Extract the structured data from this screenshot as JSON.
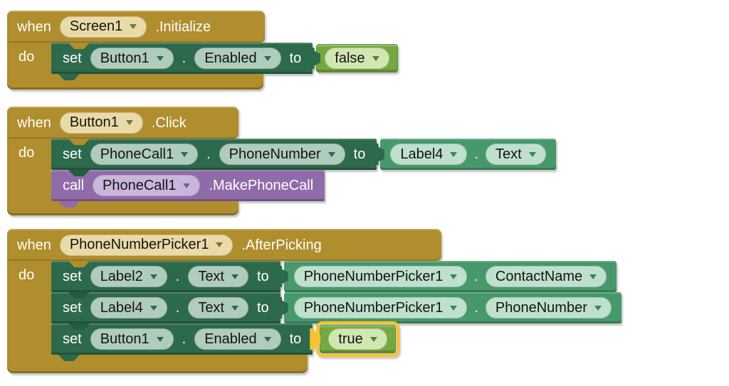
{
  "labels": {
    "when": "when",
    "do": "do",
    "set": "set",
    "to": "to",
    "call": "call",
    "dot": "."
  },
  "colors": {
    "background": "#FFFFFF",
    "event_block": "#B08E2E",
    "event_dropdown": "#E9DAA7",
    "setter_block": "#2D6A4B",
    "setter_dropdown": "#AFCCBD",
    "getter_block": "#47996B",
    "getter_dropdown": "#BFE0CD",
    "logic_block": "#76A840",
    "logic_dropdown": "#D1E7B2",
    "call_block": "#8F6CA9",
    "call_dropdown": "#CAB6DB",
    "selection_highlight": "#FCC12E"
  },
  "blocks": [
    {
      "component": "Screen1",
      "event": ".Initialize",
      "statements": [
        {
          "kind": "set",
          "component": "Button1",
          "property": "Enabled",
          "value": {
            "kind": "logic",
            "text": "false"
          }
        }
      ]
    },
    {
      "component": "Button1",
      "event": ".Click",
      "statements": [
        {
          "kind": "set",
          "component": "PhoneCall1",
          "property": "PhoneNumber",
          "value": {
            "kind": "getter",
            "component": "Label4",
            "property": "Text"
          }
        },
        {
          "kind": "call",
          "component": "PhoneCall1",
          "method": ".MakePhoneCall"
        }
      ]
    },
    {
      "component": "PhoneNumberPicker1",
      "event": ".AfterPicking",
      "statements": [
        {
          "kind": "set",
          "component": "Label2",
          "property": "Text",
          "value": {
            "kind": "getter",
            "component": "PhoneNumberPicker1",
            "property": "ContactName"
          }
        },
        {
          "kind": "set",
          "component": "Label4",
          "property": "Text",
          "value": {
            "kind": "getter",
            "component": "PhoneNumberPicker1",
            "property": "PhoneNumber"
          }
        },
        {
          "kind": "set",
          "component": "Button1",
          "property": "Enabled",
          "value": {
            "kind": "logic",
            "text": "true",
            "highlighted": true
          }
        }
      ]
    }
  ]
}
